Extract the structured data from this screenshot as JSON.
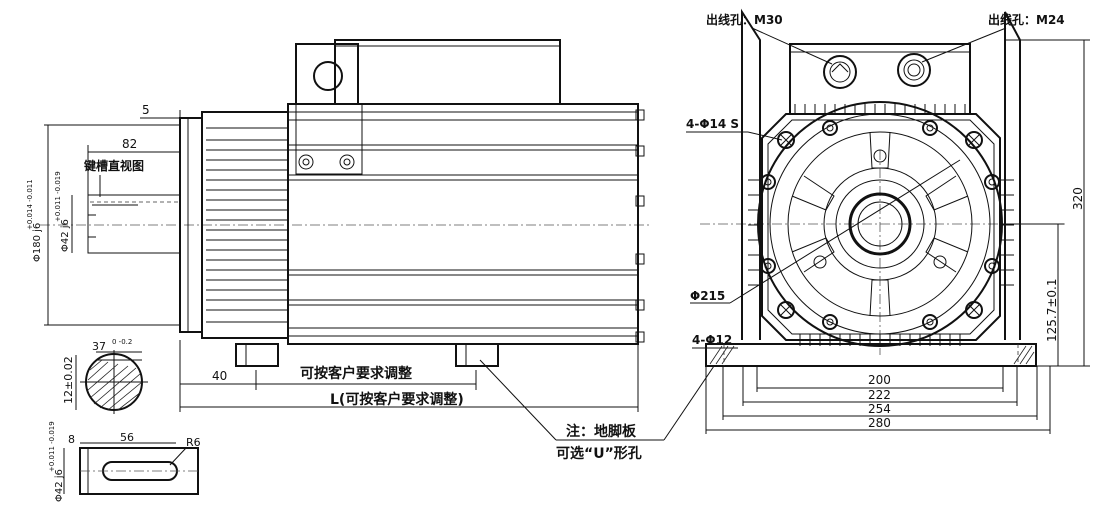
{
  "labels": {
    "dim_5": "5",
    "dim_82": "82",
    "keyway_view": "键槽直视图",
    "shaft_dia_180": "Φ180 j6",
    "shaft_dia_180_tol": "+0.014 -0.011",
    "shaft_dia_42": "Φ42 j6",
    "shaft_dia_42_tol": "+0.011 -0.019",
    "dim_37": "37",
    "dim_37_tol": "0 -0.2",
    "dim_12": "12±0.02",
    "dim_40": "40",
    "adjustable": "可按客户要求调整",
    "length_L": "L(可按客户要求调整)",
    "dim_8": "8",
    "dim_56": "56",
    "r6": "R6",
    "shaft_dia_42b": "Φ42 j6",
    "shaft_dia_42b_tol": "+0.011 -0.019",
    "note_line1": "注：地脚板",
    "note_line2": "可选“U”形孔",
    "outlet_m30": "出线孔：M30",
    "outlet_m24": "出线孔：M24",
    "holes_4_14": "4-Φ14 S",
    "dia_215": "Φ215",
    "holes_4_12": "4-Φ12",
    "dim_320": "320",
    "dim_125": "125.7±0.1",
    "dim_200": "200",
    "dim_222": "222",
    "dim_254": "254",
    "dim_280": "280"
  }
}
